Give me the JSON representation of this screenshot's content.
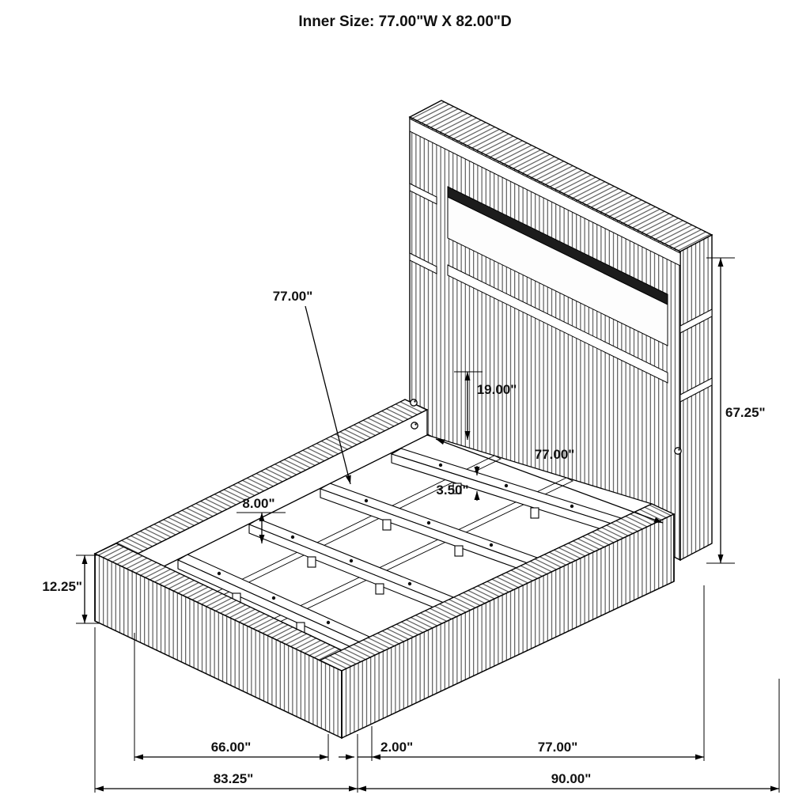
{
  "title": "Inner Size: 77.00\"W X 82.00\"D",
  "dimensions": {
    "slat_length_label": "77.00\"",
    "headboard_clearance": "19.00\"",
    "inner_width": "77.00\"",
    "slat_thickness": "3.50\"",
    "slat_spacing": "8.00\"",
    "headboard_height": "67.25\"",
    "base_height": "12.25\"",
    "slat_span": "66.00\"",
    "outer_depth": "83.25\"",
    "rail_inset": "2.00\"",
    "foot_width": "77.00\"",
    "outer_width": "90.00\""
  }
}
